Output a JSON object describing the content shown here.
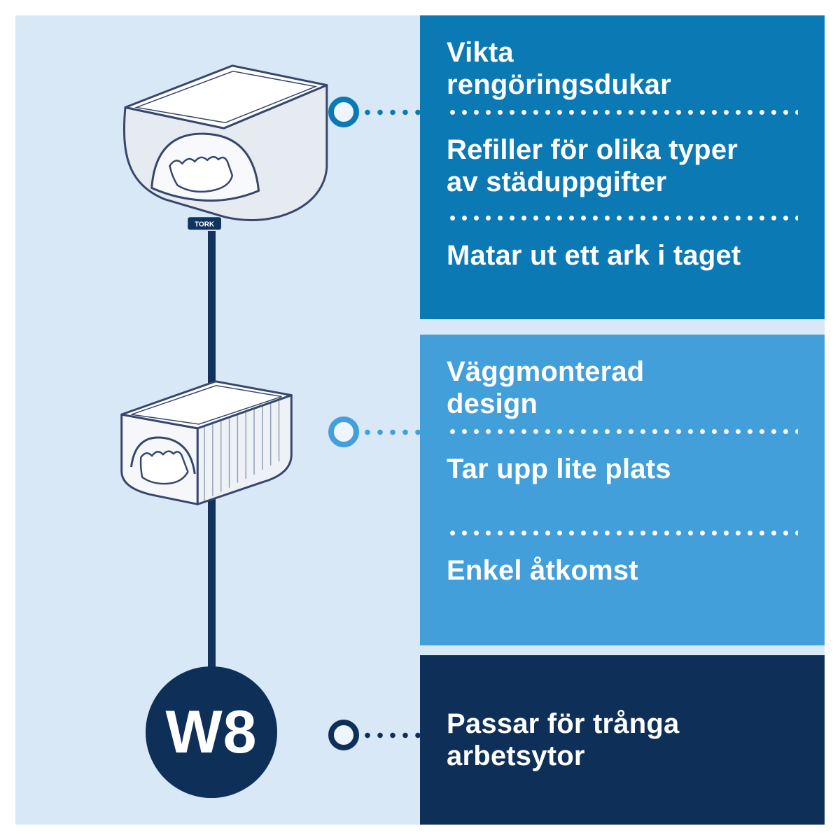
{
  "colors": {
    "background": "#d9e8f6",
    "frame": "#ffffff",
    "panel_top": "#0b79b4",
    "panel_middle": "#429fd9",
    "panel_dark_navy": "#0e2f58",
    "illustration_outline": "#36476b",
    "text_on_panels": "#ffffff"
  },
  "badge": {
    "label": "W8"
  },
  "logo": {
    "text": "TORK"
  },
  "panels": [
    {
      "name": "refill-features",
      "items": [
        "Vikta\nrengöringsdukar",
        "Refiller för olika typer\nav städuppgifter",
        "Matar ut ett ark i taget"
      ]
    },
    {
      "name": "design-features",
      "items": [
        "Väggmonterad\ndesign",
        "Tar upp lite plats",
        "Enkel åtkomst"
      ]
    },
    {
      "name": "placement-features",
      "items": [
        "Passar för trånga\narbetsytor"
      ]
    }
  ]
}
